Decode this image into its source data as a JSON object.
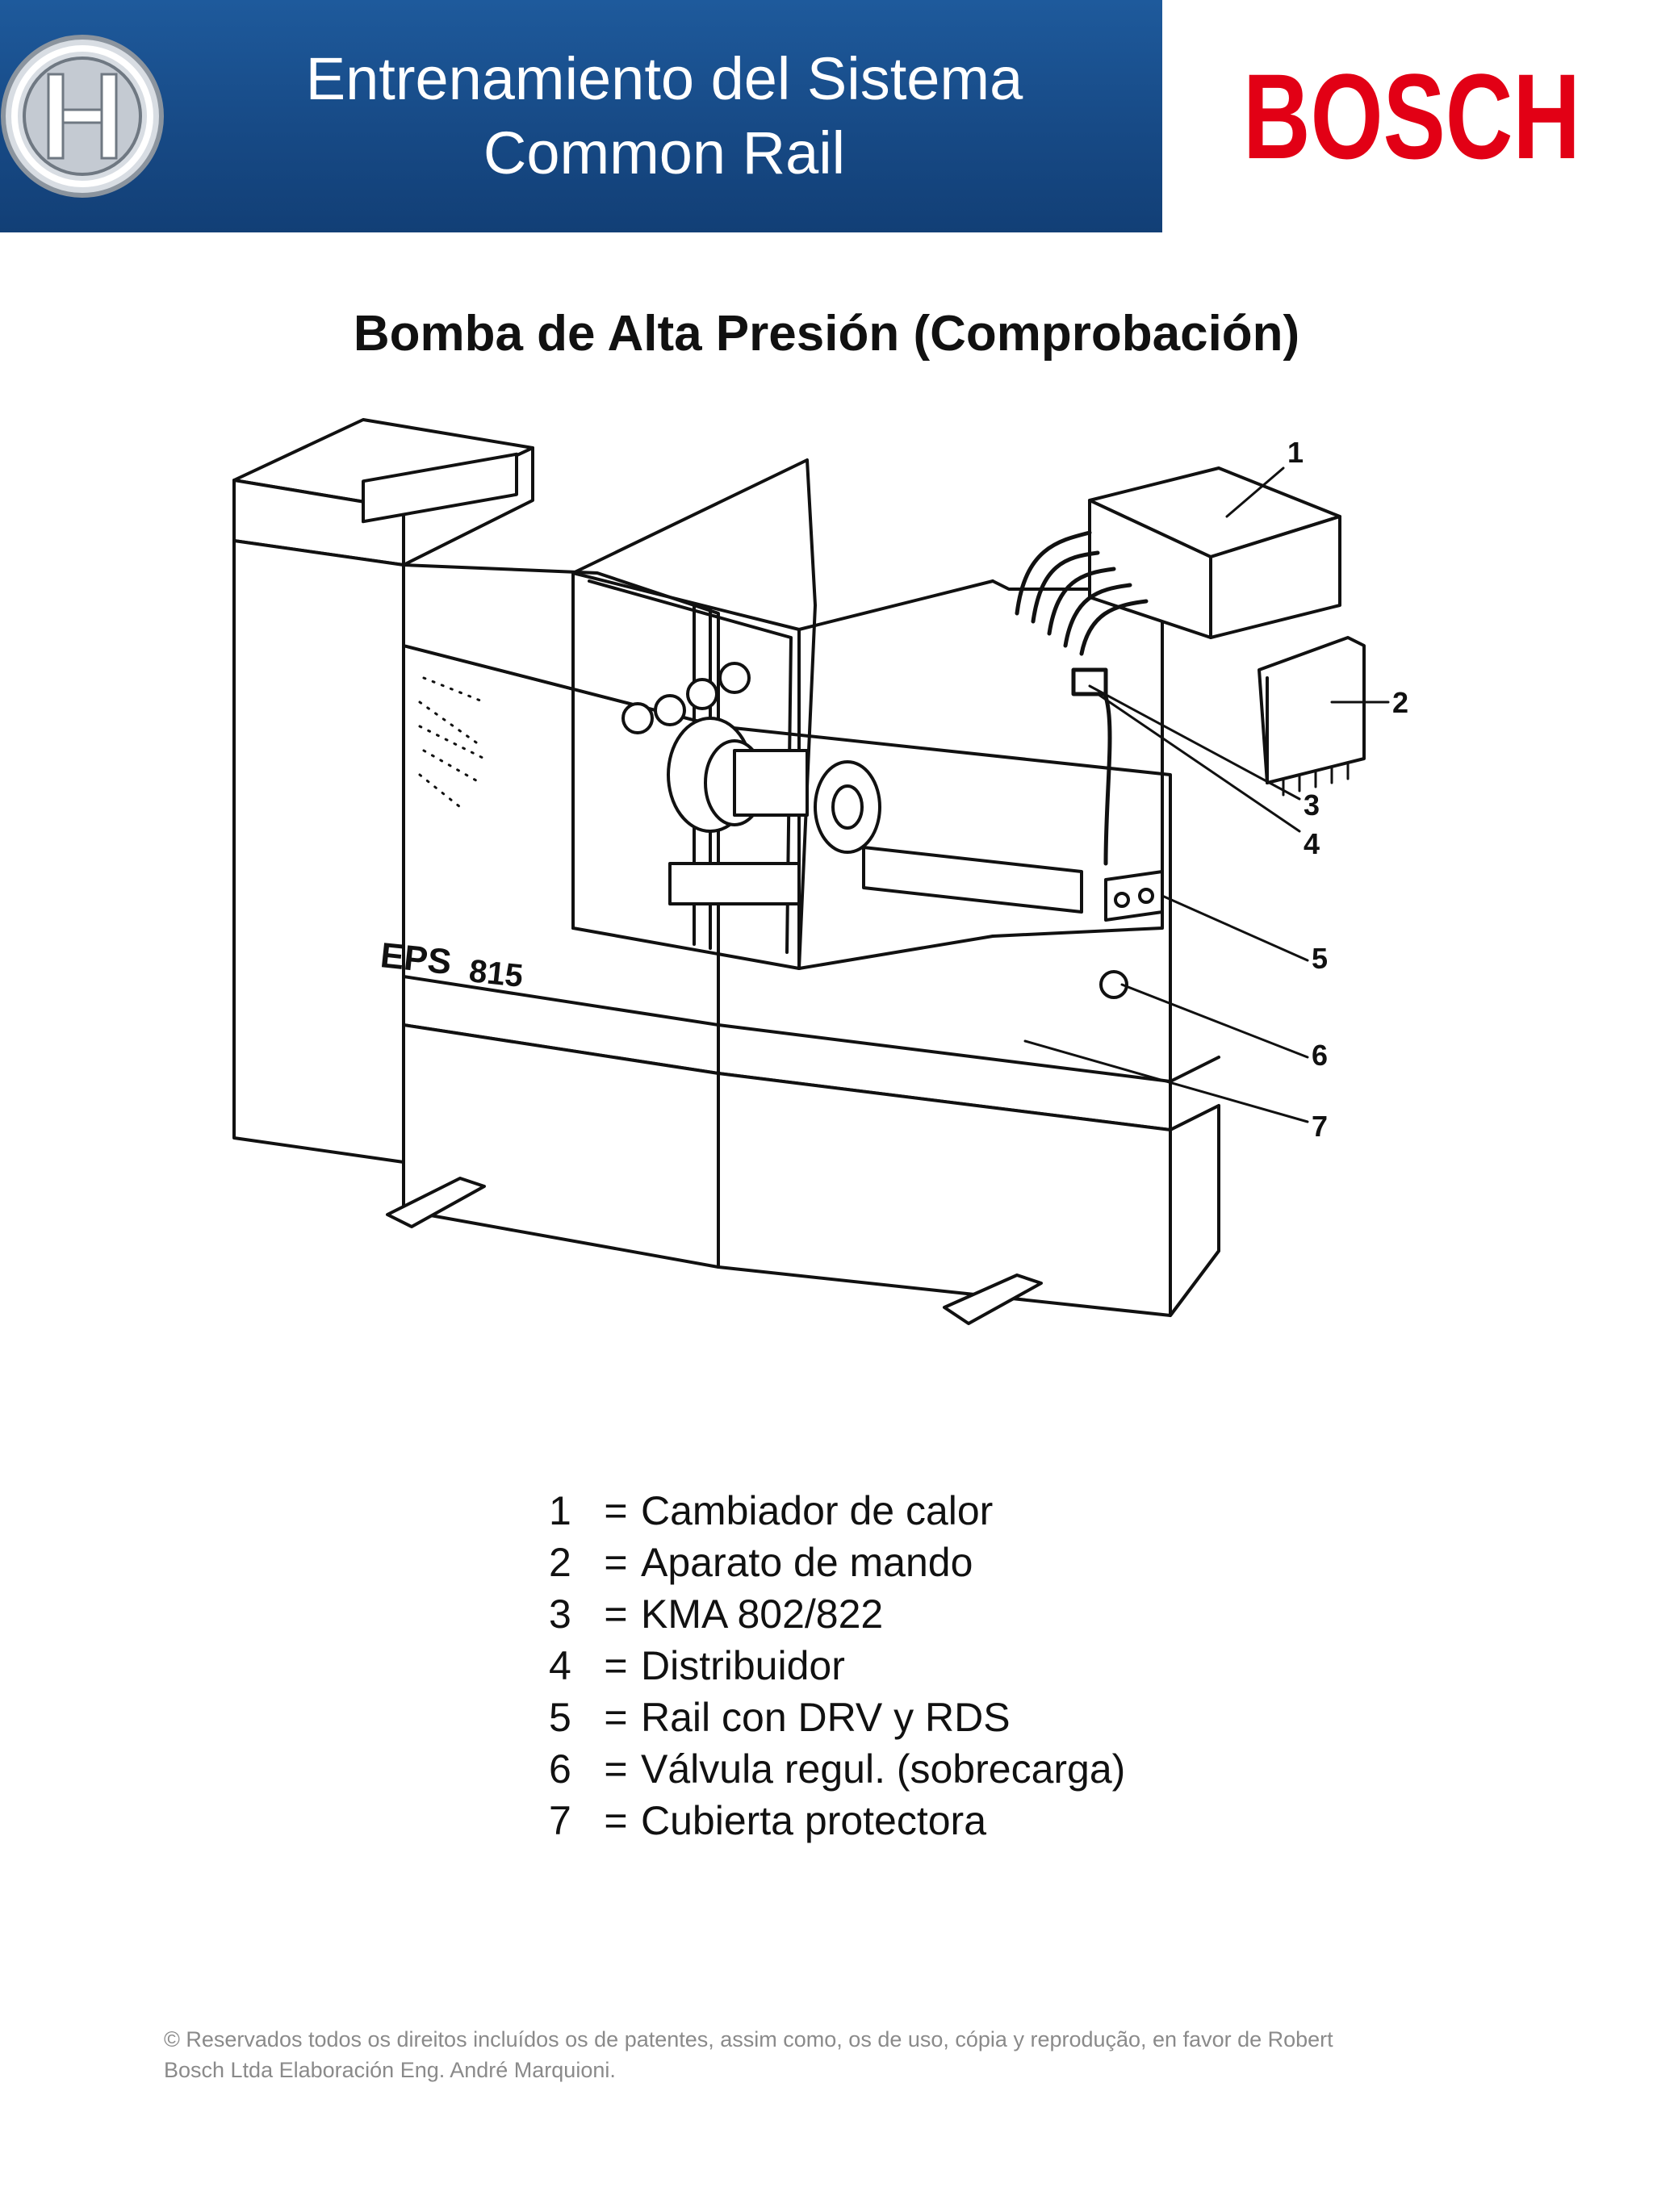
{
  "header": {
    "title_line1": "Entrenamiento del Sistema",
    "title_line2": "Common Rail",
    "brand": "BOSCH",
    "colors": {
      "band": "#174a86",
      "brand_red": "#e20015"
    },
    "logo_icon": "bosch-armature-icon"
  },
  "page_title": "Bomba de Alta Presión (Comprobación)",
  "figure": {
    "model_label_1": "EPS",
    "model_label_2": "815",
    "callouts": [
      "1",
      "2",
      "3",
      "4",
      "5",
      "6",
      "7"
    ]
  },
  "legend": [
    {
      "num": "1",
      "eq": "=",
      "text": "Cambiador de calor"
    },
    {
      "num": "2",
      "eq": "=",
      "text": "Aparato de mando"
    },
    {
      "num": "3",
      "eq": "=",
      "text": "KMA 802/822"
    },
    {
      "num": "4",
      "eq": "=",
      "text": "Distribuidor"
    },
    {
      "num": "5",
      "eq": "=",
      "text": "Rail con DRV y RDS"
    },
    {
      "num": "6",
      "eq": "=",
      "text": "Válvula regul. (sobrecarga)"
    },
    {
      "num": "7",
      "eq": "=",
      "text": "Cubierta protectora"
    }
  ],
  "footer": {
    "line1": "© Reservados todos os direitos incluídos os de patentes, assim como, os de uso, cópia y reprodução, en favor de Robert",
    "line2": "Bosch Ltda Elaboración Eng. André Marquioni."
  }
}
